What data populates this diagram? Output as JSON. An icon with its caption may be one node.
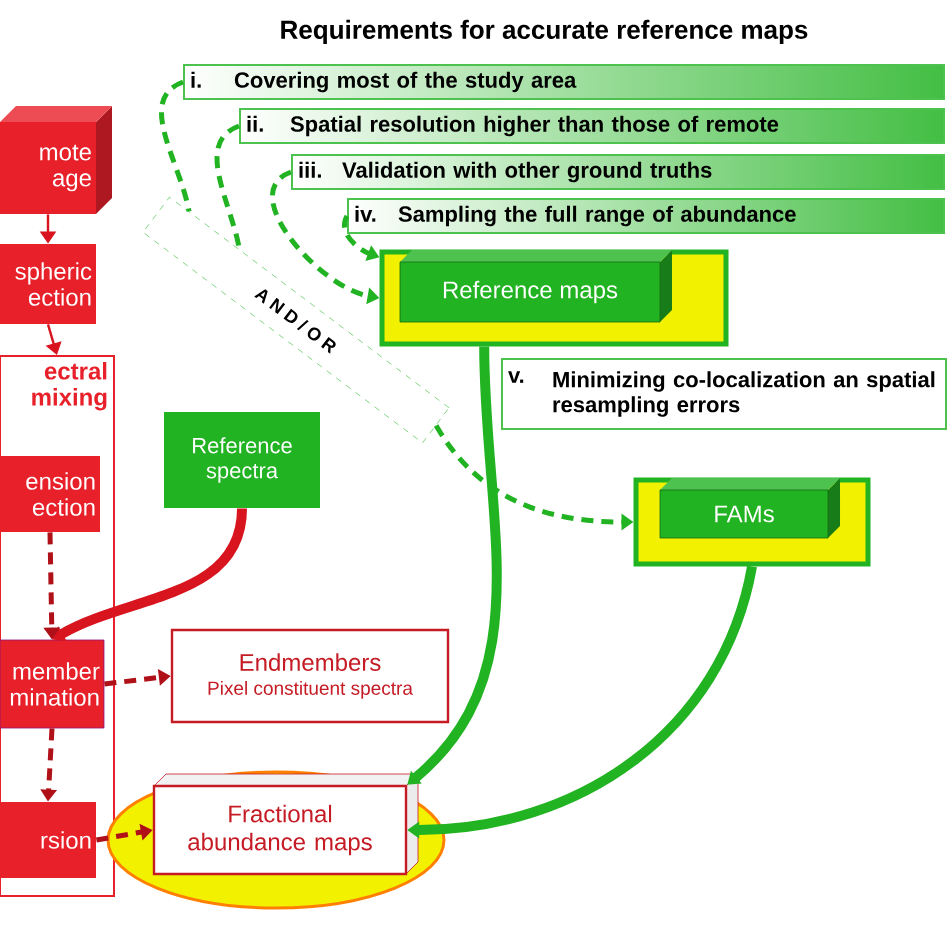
{
  "diagram": {
    "title": "Requirements for accurate reference maps",
    "nodes": [
      {
        "text": [
          "i.",
          "Covering most of the study area"
        ]
      },
      {
        "text": [
          "ii.",
          "Spatial resolution higher than those of remote"
        ]
      },
      {
        "text": [
          "iii.",
          "Validation with other ground truths"
        ]
      },
      {
        "text": [
          "iv.",
          "Sampling the full range of abundance"
        ]
      },
      {
        "text": [
          "A N D / O R"
        ]
      },
      {
        "text": [],
        "shape": "box"
      },
      {
        "text": [
          "Reference maps"
        ],
        "in": 5
      },
      {
        "text": [
          "v.",
          "Minimizing co-localization an spatial resampling errors"
        ]
      },
      {
        "text": [],
        "shape": "box"
      },
      {
        "text": [
          "FAMs"
        ],
        "in": 8
      },
      {
        "text": [
          "mote age"
        ]
      },
      {
        "text": [
          "spheric ection"
        ]
      },
      {
        "text": [
          "ectral mixing"
        ]
      },
      {
        "text": [
          "ension ection"
        ],
        "in": 12
      },
      {
        "text": [
          "member mination"
        ],
        "in": 12
      },
      {
        "text": [
          "rsion"
        ],
        "in": 12
      },
      {
        "text": [
          "Reference spectra"
        ]
      },
      {
        "text": [
          "Endmembers",
          "Pixel constituent spectra"
        ]
      },
      {
        "text": [],
        "shape": "ellipse"
      },
      {
        "text": [
          "Fractional abundance maps"
        ],
        "in": 18
      }
    ],
    "edges": [
      {
        "from": 0,
        "to": 4,
        "arrow": "none",
        "style": "dashed",
        "color": "#22b322"
      },
      {
        "from": 1,
        "to": 4,
        "arrow": "none",
        "style": "dashed",
        "color": "#22b322"
      },
      {
        "from": 2,
        "to": 5,
        "arrow": "to",
        "style": "dashed",
        "color": "#22b322"
      },
      {
        "from": 3,
        "to": 5,
        "arrow": "to",
        "style": "dashed",
        "color": "#22b322"
      },
      {
        "from": 4,
        "to": 8,
        "arrow": "to",
        "style": "dashed",
        "color": "#22b322"
      },
      {
        "from": 5,
        "to": 19,
        "arrow": "to",
        "style": "thick",
        "color": "#22b322"
      },
      {
        "from": 8,
        "to": 19,
        "arrow": "to",
        "style": "thick",
        "color": "#22b322"
      },
      {
        "from": 10,
        "to": 11,
        "arrow": "to",
        "color": "#d8141e"
      },
      {
        "from": 11,
        "to": 12,
        "arrow": "to",
        "color": "#d8141e"
      },
      {
        "from": 16,
        "to": 14,
        "arrow": "to",
        "style": "thick",
        "color": "#d8141e"
      },
      {
        "from": 13,
        "to": 14,
        "arrow": "to",
        "style": "dashed",
        "color": "#b01018"
      },
      {
        "from": 14,
        "to": 17,
        "arrow": "to",
        "style": "dashed",
        "color": "#b01018"
      },
      {
        "from": 14,
        "to": 15,
        "arrow": "to",
        "style": "dashed",
        "color": "#b01018"
      },
      {
        "from": 15,
        "to": 19,
        "arrow": "to",
        "style": "dashed",
        "color": "#b01018"
      }
    ]
  }
}
